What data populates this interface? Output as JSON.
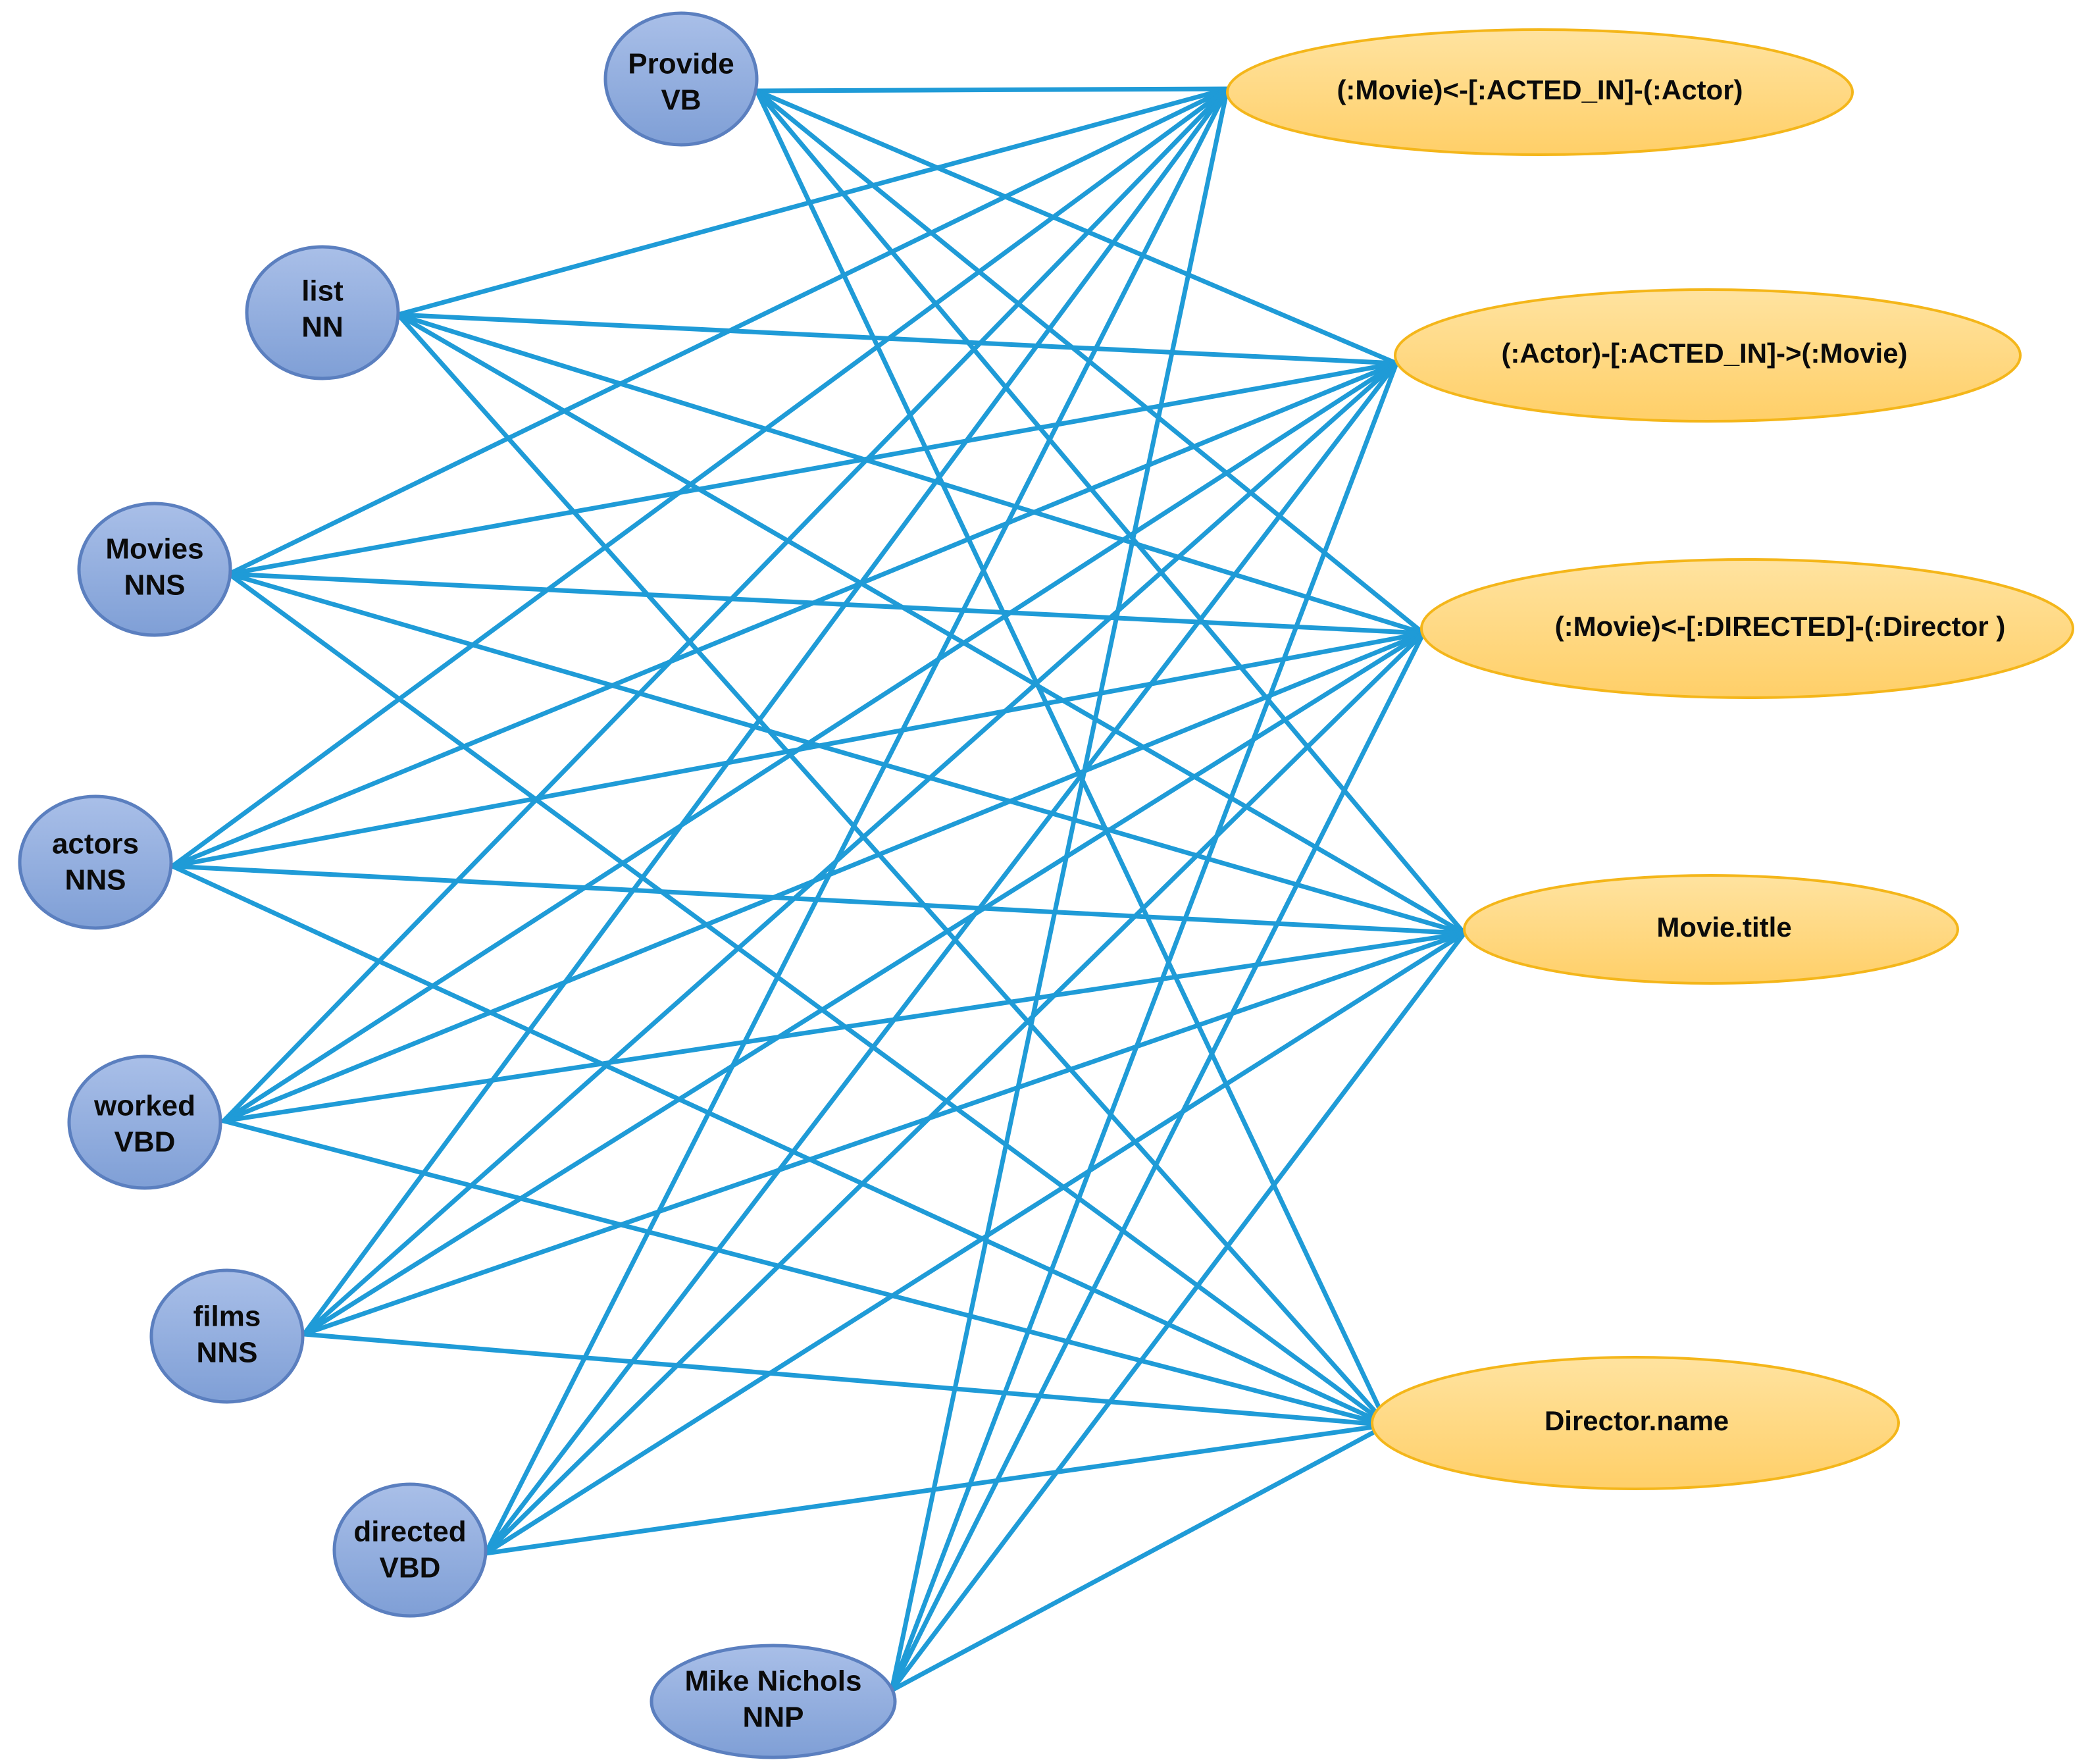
{
  "word_nodes": [
    {
      "word": "Provide",
      "pos": "VB"
    },
    {
      "word": "list",
      "pos": "NN"
    },
    {
      "word": "Movies",
      "pos": "NNS"
    },
    {
      "word": "actors",
      "pos": "NNS"
    },
    {
      "word": "worked",
      "pos": "VBD"
    },
    {
      "word": "films",
      "pos": "NNS"
    },
    {
      "word": "directed",
      "pos": "VBD"
    },
    {
      "word": "Mike Nichols",
      "pos": "NNP"
    }
  ],
  "schema_nodes": [
    {
      "label": "(:Movie)<-[:ACTED_IN]-(:Actor)"
    },
    {
      "label": "(:Actor)-[:ACTED_IN]->(:Movie)"
    },
    {
      "label": "(:Movie)<-[:DIRECTED]-(:Director )"
    },
    {
      "label": "Movie.title"
    },
    {
      "label": "Director.name"
    }
  ],
  "connections": "every word node connects to every schema node",
  "colors": {
    "edge": "#1f9bd7",
    "word_fill_top": "#a9bfe8",
    "word_fill_bottom": "#7f9fd6",
    "word_stroke": "#5b7fbf",
    "schema_fill_top": "#ffe3a0",
    "schema_fill_bottom": "#ffcf68",
    "schema_stroke": "#f4b61a"
  }
}
